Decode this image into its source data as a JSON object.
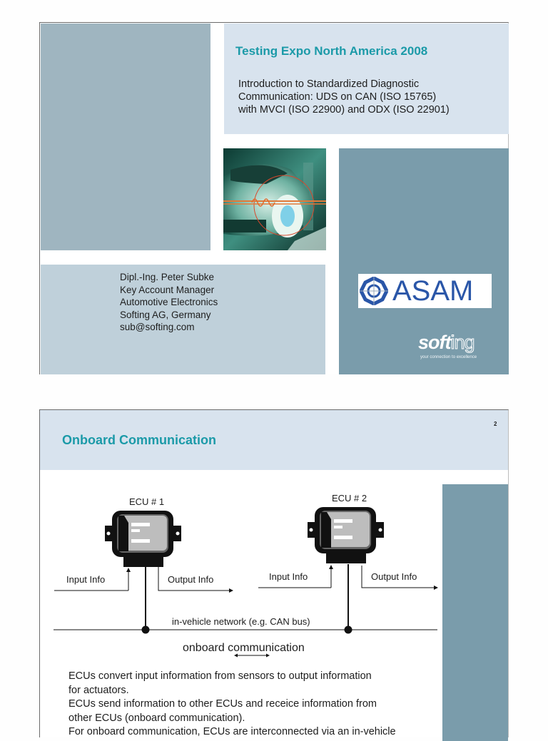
{
  "slide1": {
    "title": "Testing Expo North America 2008",
    "subtitle_lines": [
      "Introduction to Standardized Diagnostic",
      "Communication: UDS on CAN (ISO 15765)",
      "with MVCI (ISO 22900) and ODX (ISO 22901)"
    ],
    "contact_lines": [
      "Dipl.-Ing. Peter Subke",
      "Key Account Manager",
      "Automotive Electronics",
      "Softing AG, Germany",
      "sub@softing.com"
    ],
    "photo_icon": "car-photo",
    "asam_logo": {
      "icon": "asam-emblem-icon",
      "text": "ASAM",
      "color": "#2a56a8"
    },
    "softing_logo": {
      "bold": "soft",
      "outline": "ing",
      "tagline": "your connection to excellence"
    },
    "colors": {
      "accent_title": "#1b9aa8",
      "panel_dark": "#7a9cab",
      "panel_mid": "#9fb5c0",
      "panel_light": "#bfd0da",
      "header_bg": "#d8e3ee"
    }
  },
  "slide2": {
    "title": "Onboard Communication",
    "page_number": "2",
    "diagram": {
      "ecu1_label": "ECU # 1",
      "ecu2_label": "ECU # 2",
      "input_label_1": "Input Info",
      "output_label_1": "Output Info",
      "input_label_2": "Input Info",
      "output_label_2": "Output Info",
      "network_label": "in-vehicle network (e.g. CAN bus)",
      "onboard_label": "onboard communication"
    },
    "body_lines": [
      "ECUs convert input information from sensors to output information",
      "for actuators.",
      "ECUs send information to other ECUs and receice information from",
      "other ECUs (onboard communication).",
      "For onboard communication, ECUs are interconnected via an in-vehicle"
    ]
  }
}
